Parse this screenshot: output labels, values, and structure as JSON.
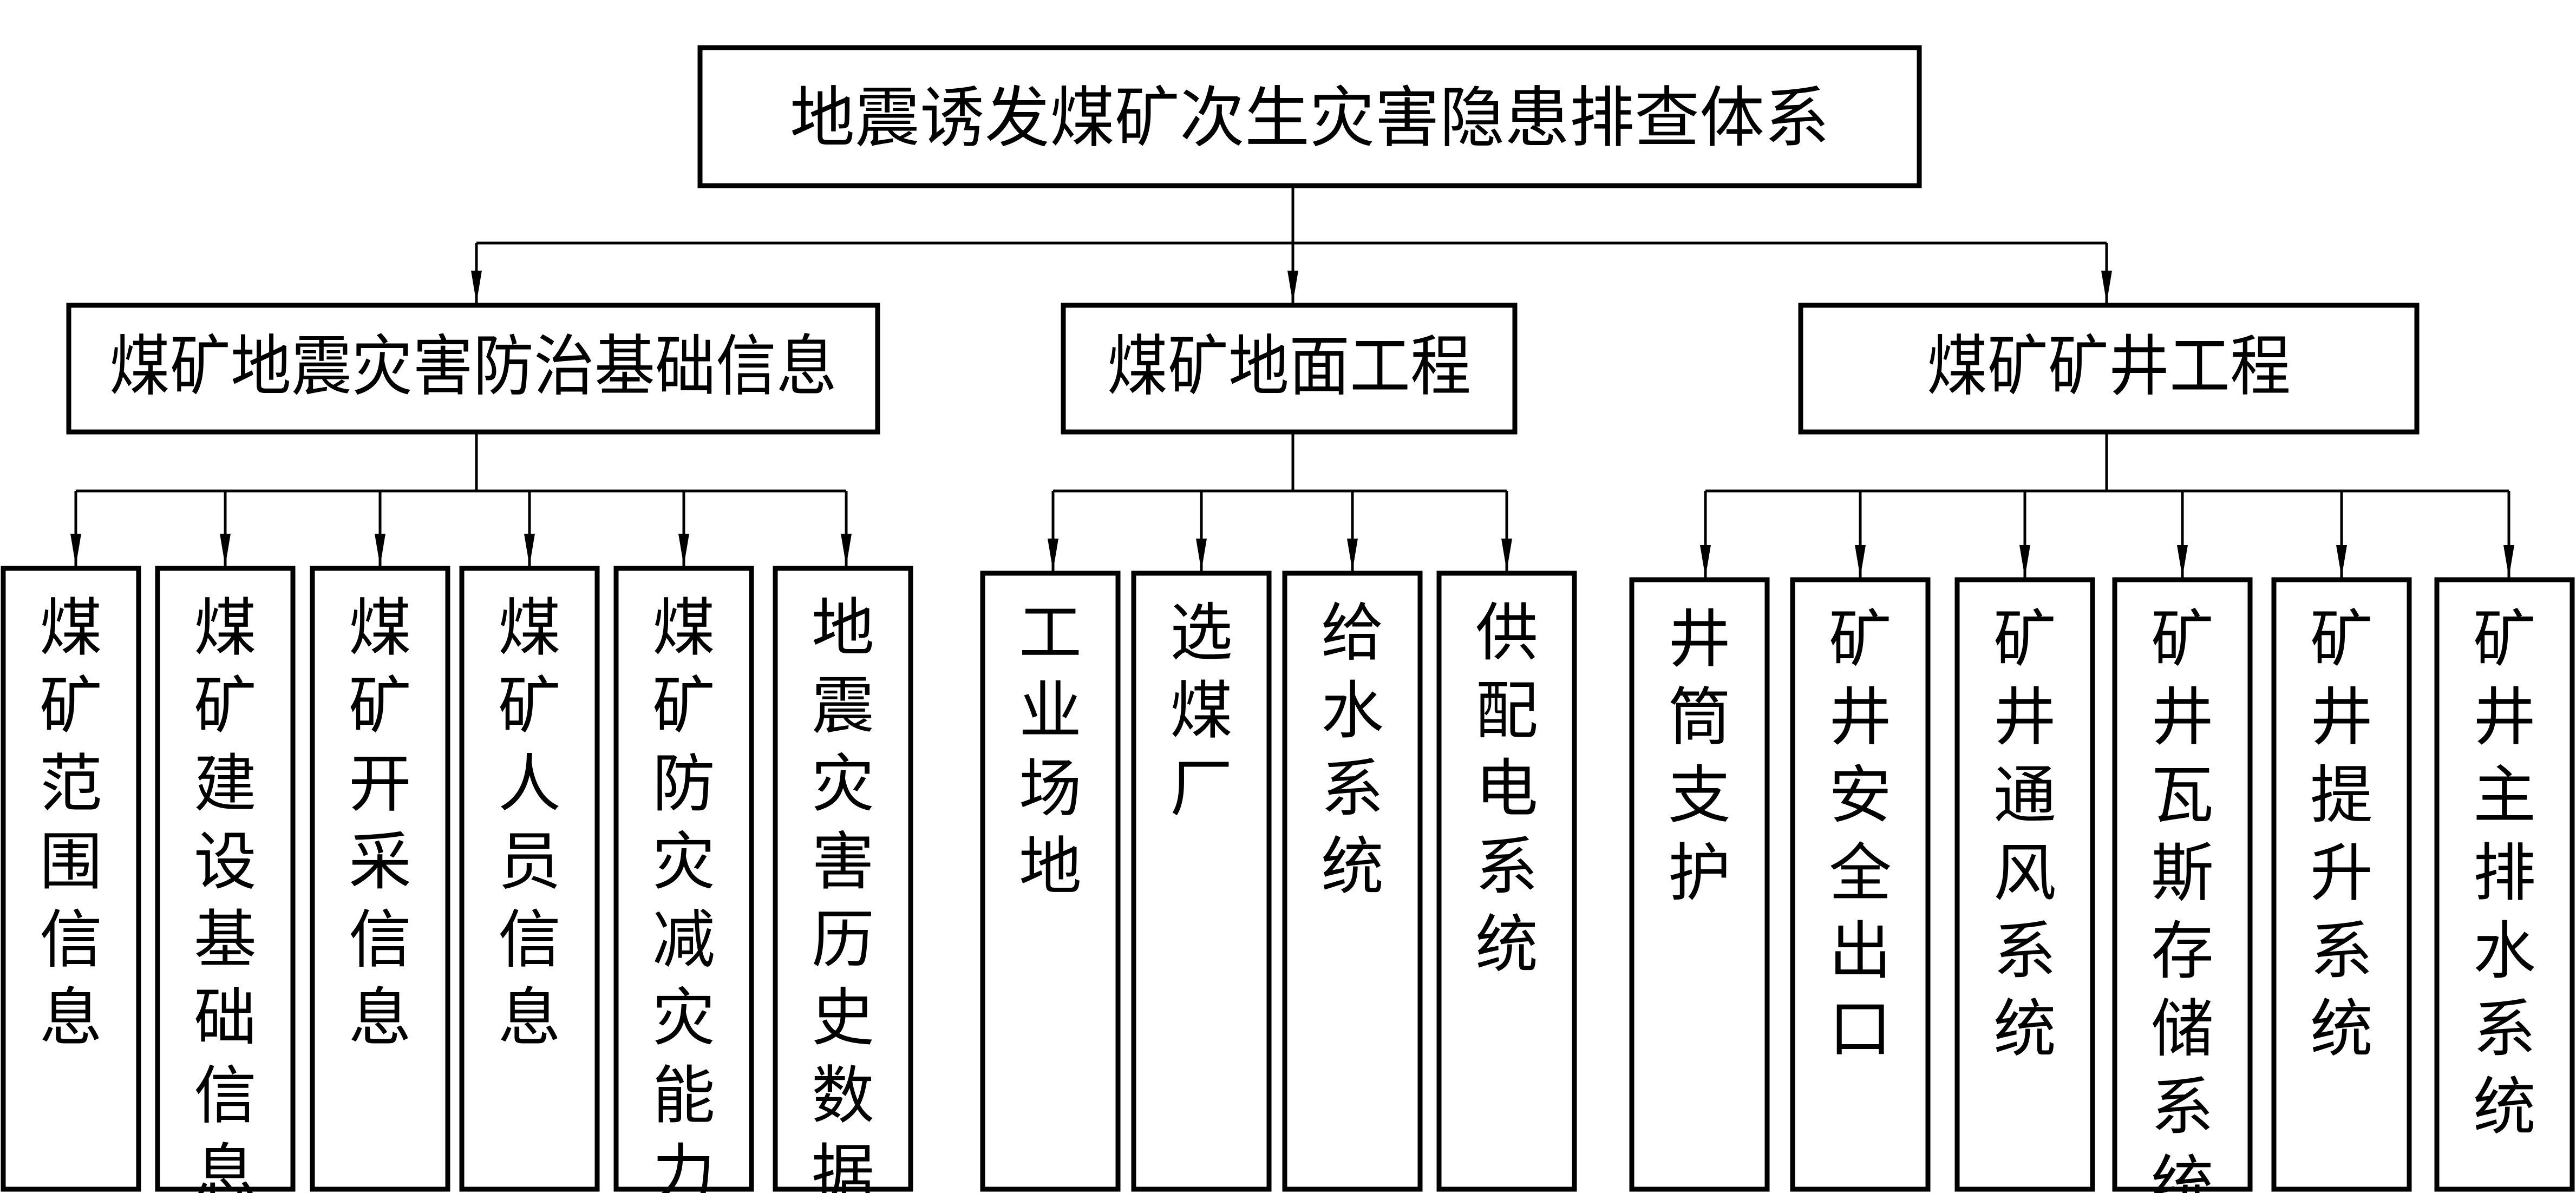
{
  "diagram": {
    "root": {
      "label": "地震诱发煤矿次生灾害隐患排查体系"
    },
    "groups": [
      {
        "label": "煤矿地震灾害防治基础信息",
        "children": [
          {
            "label": "煤矿范围信息"
          },
          {
            "label": "煤矿建设基础信息"
          },
          {
            "label": "煤矿开采信息"
          },
          {
            "label": "煤矿人员信息"
          },
          {
            "label": "煤矿防灾减灾能力"
          },
          {
            "label": "地震灾害历史数据"
          }
        ]
      },
      {
        "label": "煤矿地面工程",
        "children": [
          {
            "label": "工业场地"
          },
          {
            "label": "选煤厂"
          },
          {
            "label": "给水系统"
          },
          {
            "label": "供配电系统"
          }
        ]
      },
      {
        "label": "煤矿矿井工程",
        "children": [
          {
            "label": "井筒支护"
          },
          {
            "label": "矿井安全出口"
          },
          {
            "label": "矿井通风系统"
          },
          {
            "label": "矿井瓦斯存储系统"
          },
          {
            "label": "矿井提升系统"
          },
          {
            "label": "矿井主排水系统"
          }
        ]
      }
    ],
    "colors": {
      "line": "#000000",
      "background": "#ffffff"
    }
  }
}
